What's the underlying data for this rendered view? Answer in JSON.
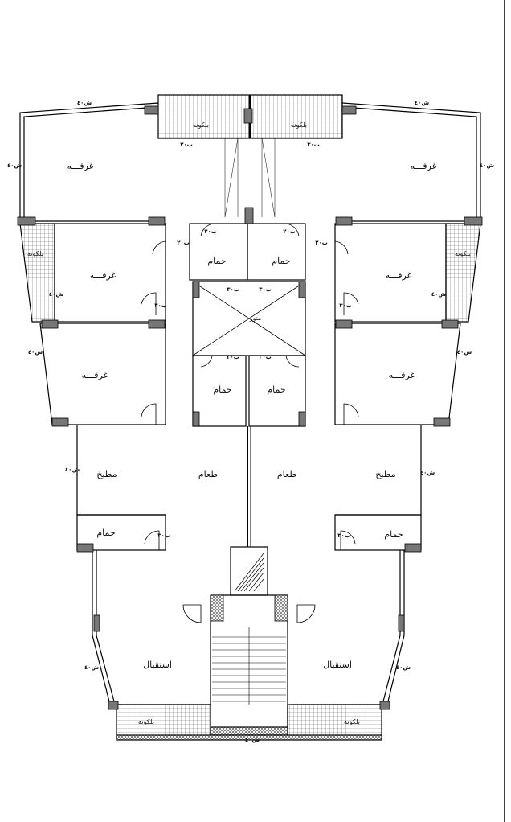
{
  "rooms": {
    "balcony_top_left": "بلكونه",
    "balcony_top_right": "بلكونه",
    "room_top_left": "غرفـــه",
    "room_top_right": "غرفـــه",
    "balcony_side_left": "بلكونه",
    "balcony_side_right": "بلكونه",
    "room_mid_left": "غرفـــه",
    "room_mid_right": "غرفـــه",
    "bath_center_left": "حمام",
    "bath_center_right": "حمام",
    "shaft": "منور",
    "room_low_left": "غرفـــه",
    "room_low_right": "غرفـــه",
    "bath_lower_left": "حمام",
    "bath_lower_right": "حمام",
    "kitchen_left": "مطبخ",
    "kitchen_right": "مطبخ",
    "dining_left": "طعام",
    "dining_right": "طعام",
    "bath_small_left": "حمام",
    "bath_small_right": "حمام",
    "reception_left": "استقبال",
    "reception_right": "استقبال",
    "balcony_bottom_left": "بلكونه",
    "balcony_bottom_right": "بلكونه"
  },
  "tags": {
    "w1": "ش٤٠",
    "w2": "ش٤٠",
    "w3": "ش٤٠",
    "w4": "ش٤٠",
    "w5": "ش٤٠",
    "w6": "ش٤٠",
    "w7": "ش٤٠",
    "w8": "ش٤٠",
    "w9": "ش٤٠",
    "w10": "ش٤٠",
    "w11": "ش٤٠",
    "w12": "ش٤٠",
    "w13": "ش٤٠",
    "d1": "ب٢٠",
    "d2": "ب٢٠",
    "d3": "ب٣٠",
    "d4": "ب٢٠",
    "d5": "ب٢٠",
    "d6": "ب٣٠",
    "d7": "ب٢٠",
    "d8": "ب٣٠",
    "d9": "ب٣٠",
    "d10": "ب٣٠",
    "d11": "ب٣٠",
    "d12": "ب٣٠",
    "d13": "ب٣٠",
    "d14": "ب٣٠"
  },
  "colors": {
    "line": "#000000",
    "hatch": "#555555"
  }
}
